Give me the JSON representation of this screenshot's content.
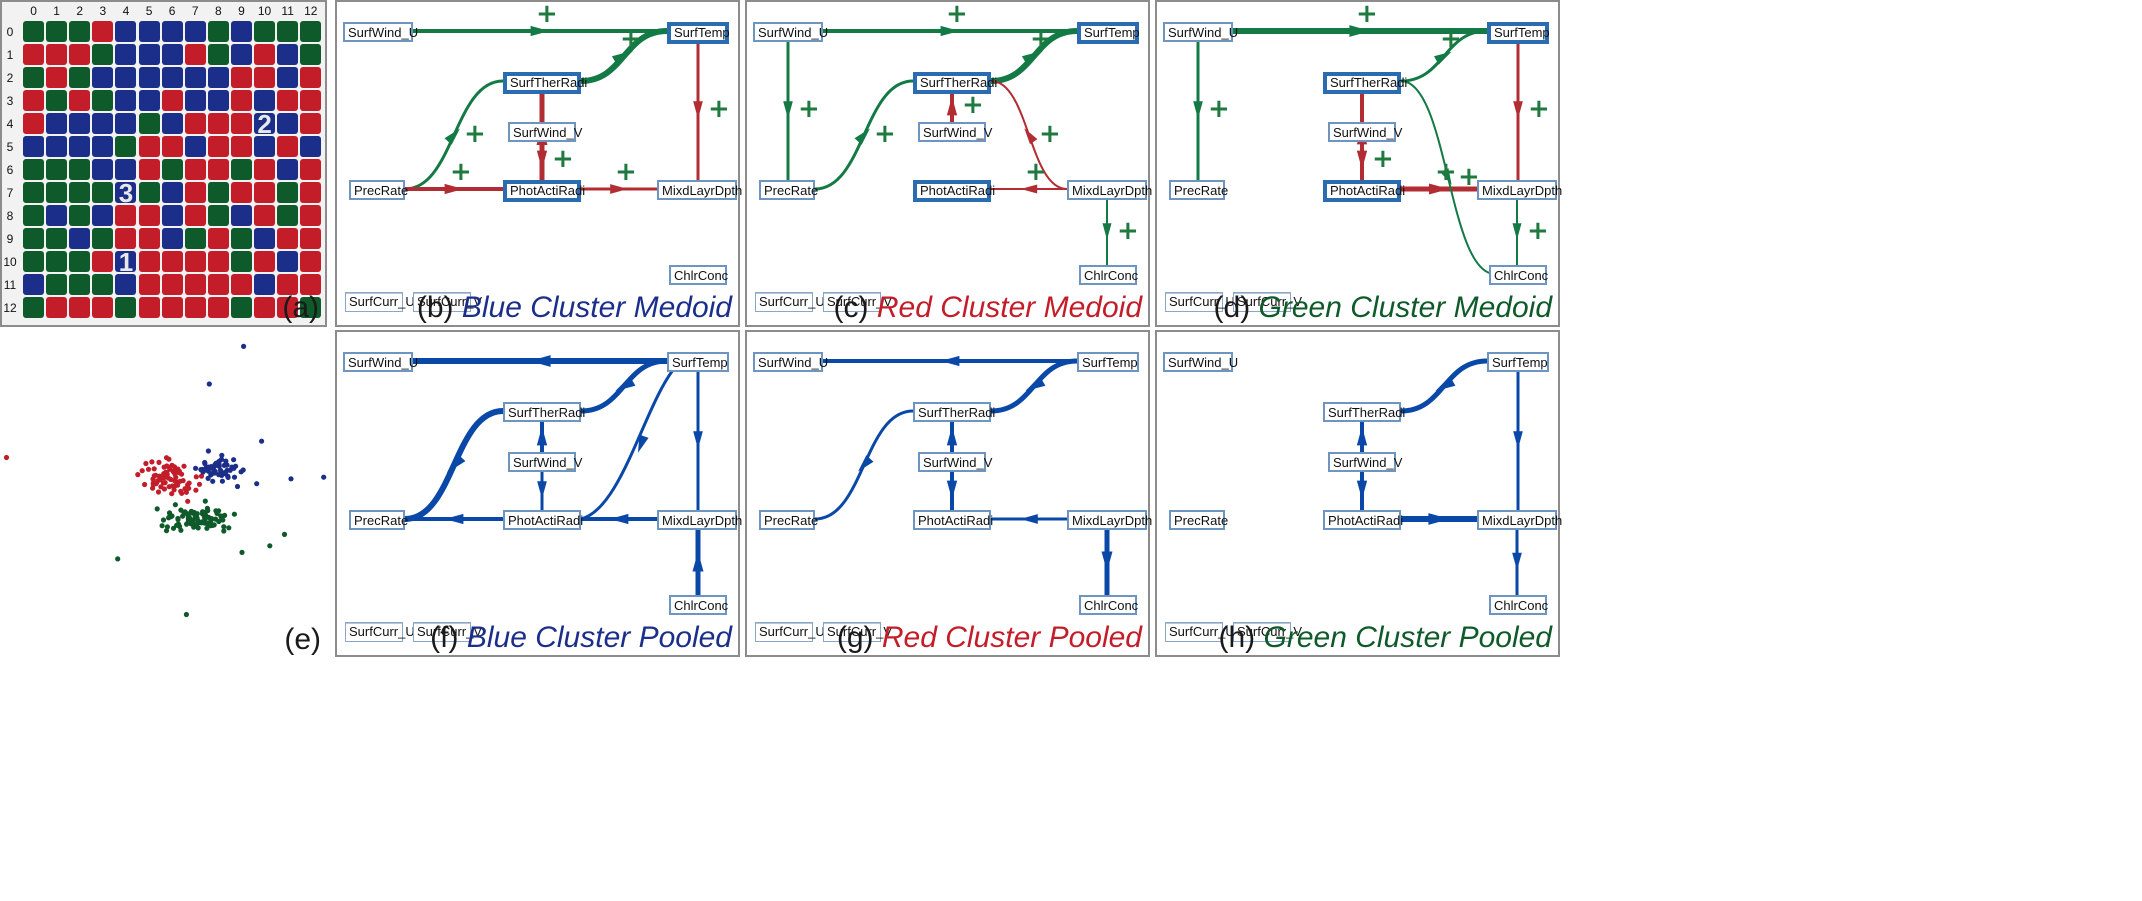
{
  "colors": {
    "blue": "#1b2e8a",
    "red": "#c31d2a",
    "green": "#0f5a2a",
    "edge_green": "#137a45",
    "edge_red": "#b22c33",
    "edge_blue": "#0a48a8",
    "caption_blue": "#1b2e8a",
    "caption_red": "#c31d2a",
    "caption_green": "#0f5a2a"
  },
  "grid": {
    "letter": "(a)",
    "col_ticks": [
      "0",
      "1",
      "2",
      "3",
      "4",
      "5",
      "6",
      "7",
      "8",
      "9",
      "10",
      "11",
      "12"
    ],
    "row_ticks": [
      "0",
      "1",
      "2",
      "3",
      "4",
      "5",
      "6",
      "7",
      "8",
      "9",
      "10",
      "11",
      "12"
    ],
    "cells": [
      "GGGRBBBBGBGGG",
      "RRRGBBBRGBRBG",
      "GRGBBBBBBRRBR",
      "RGRGBBRBBRBRR",
      "RBBBBGBRRRBBR",
      "BBBBGRRBRRBRB",
      "GGGBBRGRRGRBR",
      "GGGGBGBRGRRGR",
      "GBGBRRBRGBRGR",
      "GGBGRRBGRGBRR",
      "GGGRBRRRRGRBR",
      "BGGGBRRRRRBRR",
      "GRRRGRRRRGRRG"
    ],
    "markers": [
      {
        "label": "2",
        "row": 4,
        "col": 10
      },
      {
        "label": "3",
        "row": 7,
        "col": 4
      },
      {
        "label": "1",
        "row": 10,
        "col": 4
      }
    ]
  },
  "scatter": {
    "letter": "(e)",
    "points": [
      {
        "c": "blue",
        "x": 0.745,
        "y": 0.05
      },
      {
        "c": "blue",
        "x": 0.64,
        "y": 0.165
      },
      {
        "c": "blue",
        "x": 0.8,
        "y": 0.34
      },
      {
        "c": "blue",
        "x": 0.89,
        "y": 0.455
      },
      {
        "c": "blue",
        "x": 0.99,
        "y": 0.45
      },
      {
        "c": "blue",
        "x": 0.785,
        "y": 0.47
      },
      {
        "c": "red",
        "x": 0.02,
        "y": 0.39
      },
      {
        "c": "green",
        "x": 0.36,
        "y": 0.7
      },
      {
        "c": "green",
        "x": 0.74,
        "y": 0.68
      },
      {
        "c": "green",
        "x": 0.825,
        "y": 0.66
      },
      {
        "c": "green",
        "x": 0.87,
        "y": 0.625
      },
      {
        "c": "green",
        "x": 0.57,
        "y": 0.87
      }
    ]
  },
  "panels": [
    {
      "id": "b",
      "letter": "(b)",
      "title": "Blue Cluster Medoid",
      "title_color": "blue",
      "nodes": [
        {
          "key": "SurfWind_U",
          "label": "SurfWind_U",
          "hl": false
        },
        {
          "key": "SurfTemp",
          "label": "SurfTemp",
          "hl": true
        },
        {
          "key": "SurfTherRadi",
          "label": "SurfTherRadi",
          "hl": true
        },
        {
          "key": "SurfWind_V",
          "label": "SurfWind_V",
          "hl": false
        },
        {
          "key": "PrecRate",
          "label": "PrecRate",
          "hl": false
        },
        {
          "key": "PhotActiRadi",
          "label": "PhotActiRadi",
          "hl": true
        },
        {
          "key": "MixdLayrDpth",
          "label": "MixdLayrDpth",
          "hl": false
        },
        {
          "key": "ChlrConc",
          "label": "ChlrConc",
          "hl": false
        },
        {
          "key": "SurfCurr_U",
          "label": "SurfCurr_U",
          "hl": false
        },
        {
          "key": "SurfCurr_V",
          "label": "SurfCurr_V",
          "hl": false
        }
      ],
      "edges": [
        {
          "from": "SurfWind_U",
          "to": "SurfTemp",
          "color": "green",
          "w": 4,
          "sign": "+"
        },
        {
          "from": "SurfTherRadi",
          "to": "SurfTemp",
          "color": "green",
          "w": 6,
          "sign": "+"
        },
        {
          "from": "PrecRate",
          "to": "SurfTherRadi",
          "color": "green",
          "w": 3,
          "sign": "+"
        },
        {
          "from": "SurfTemp",
          "to": "MixdLayrDpth",
          "color": "red",
          "w": 3,
          "sign": "+"
        },
        {
          "from": "PhotActiRadi",
          "to": "SurfTherRadi",
          "color": "red",
          "w": 5,
          "sign": "+"
        },
        {
          "from": "SurfWind_V",
          "to": "PhotActiRadi",
          "color": "red",
          "w": 4,
          "sign": "+"
        },
        {
          "from": "PrecRate",
          "to": "PhotActiRadi",
          "color": "red",
          "w": 4,
          "sign": "+"
        },
        {
          "from": "PhotActiRadi",
          "to": "MixdLayrDpth",
          "color": "red",
          "w": 3,
          "sign": "+"
        }
      ]
    },
    {
      "id": "c",
      "letter": "(c)",
      "title": "Red Cluster Medoid",
      "title_color": "red",
      "nodes": [
        {
          "key": "SurfWind_U",
          "label": "SurfWind_U",
          "hl": false
        },
        {
          "key": "SurfTemp",
          "label": "SurfTemp",
          "hl": true
        },
        {
          "key": "SurfTherRadi",
          "label": "SurfTherRadi",
          "hl": true
        },
        {
          "key": "SurfWind_V",
          "label": "SurfWind_V",
          "hl": false
        },
        {
          "key": "PrecRate",
          "label": "PrecRate",
          "hl": false
        },
        {
          "key": "PhotActiRadi",
          "label": "PhotActiRadi",
          "hl": true
        },
        {
          "key": "MixdLayrDpth",
          "label": "MixdLayrDpth",
          "hl": false
        },
        {
          "key": "ChlrConc",
          "label": "ChlrConc",
          "hl": false
        },
        {
          "key": "SurfCurr_U",
          "label": "SurfCurr_U",
          "hl": false
        },
        {
          "key": "SurfCurr_V",
          "label": "SurfCurr_V",
          "hl": false
        }
      ],
      "edges": [
        {
          "from": "SurfWind_U",
          "to": "SurfTemp",
          "color": "green",
          "w": 4,
          "sign": "+"
        },
        {
          "from": "SurfTherRadi",
          "to": "SurfTemp",
          "color": "green",
          "w": 6,
          "sign": "+"
        },
        {
          "from": "SurfWind_U",
          "to": "PrecRate",
          "color": "green",
          "w": 3,
          "sign": "+"
        },
        {
          "from": "PrecRate",
          "to": "SurfTherRadi",
          "color": "green",
          "w": 3,
          "sign": "+"
        },
        {
          "from": "SurfWind_V",
          "to": "SurfTherRadi",
          "color": "red",
          "w": 4,
          "sign": "+"
        },
        {
          "from": "MixdLayrDpth",
          "to": "SurfTherRadi",
          "color": "red",
          "w": 2,
          "sign": "+"
        },
        {
          "from": "MixdLayrDpth",
          "to": "PhotActiRadi",
          "color": "red",
          "w": 2,
          "sign": "+"
        },
        {
          "from": "MixdLayrDpth",
          "to": "ChlrConc",
          "color": "green",
          "w": 2,
          "sign": "+"
        }
      ]
    },
    {
      "id": "d",
      "letter": "(d)",
      "title": "Green Cluster Medoid",
      "title_color": "green",
      "nodes": [
        {
          "key": "SurfWind_U",
          "label": "SurfWind_U",
          "hl": false
        },
        {
          "key": "SurfTemp",
          "label": "SurfTemp",
          "hl": true
        },
        {
          "key": "SurfTherRadi",
          "label": "SurfTherRadi",
          "hl": true
        },
        {
          "key": "SurfWind_V",
          "label": "SurfWind_V",
          "hl": false
        },
        {
          "key": "PrecRate",
          "label": "PrecRate",
          "hl": false
        },
        {
          "key": "PhotActiRadi",
          "label": "PhotActiRadi",
          "hl": true
        },
        {
          "key": "MixdLayrDpth",
          "label": "MixdLayrDpth",
          "hl": false
        },
        {
          "key": "ChlrConc",
          "label": "ChlrConc",
          "hl": false
        },
        {
          "key": "SurfCurr_U",
          "label": "SurfCurr_U",
          "hl": false
        },
        {
          "key": "SurfCurr_V",
          "label": "SurfCurr_V",
          "hl": false
        }
      ],
      "edges": [
        {
          "from": "SurfWind_U",
          "to": "SurfTemp",
          "color": "green",
          "w": 6,
          "sign": "+"
        },
        {
          "from": "SurfTherRadi",
          "to": "SurfTemp",
          "color": "green",
          "w": 3,
          "sign": "+"
        },
        {
          "from": "SurfWind_U",
          "to": "PrecRate",
          "color": "green",
          "w": 3,
          "sign": "+"
        },
        {
          "from": "SurfTemp",
          "to": "MixdLayrDpth",
          "color": "red",
          "w": 3,
          "sign": "+"
        },
        {
          "from": "PhotActiRadi",
          "to": "SurfTherRadi",
          "color": "red",
          "w": 4,
          "sign": "+"
        },
        {
          "from": "SurfWind_V",
          "to": "PhotActiRadi",
          "color": "red",
          "w": 4,
          "sign": "+"
        },
        {
          "from": "PhotActiRadi",
          "to": "MixdLayrDpth",
          "color": "red",
          "w": 5,
          "sign": "+"
        },
        {
          "from": "SurfTherRadi",
          "to": "ChlrConc",
          "color": "green",
          "w": 2,
          "sign": "+"
        },
        {
          "from": "MixdLayrDpth",
          "to": "ChlrConc",
          "color": "green",
          "w": 2,
          "sign": "+"
        }
      ]
    },
    {
      "id": "f",
      "letter": "(f)",
      "title": "Blue Cluster Pooled",
      "title_color": "blue",
      "nodes": [
        {
          "key": "SurfWind_U",
          "label": "SurfWind_U",
          "hl": false
        },
        {
          "key": "SurfTemp",
          "label": "SurfTemp",
          "hl": false
        },
        {
          "key": "SurfTherRadi",
          "label": "SurfTherRadi",
          "hl": false
        },
        {
          "key": "SurfWind_V",
          "label": "SurfWind_V",
          "hl": false
        },
        {
          "key": "PrecRate",
          "label": "PrecRate",
          "hl": false
        },
        {
          "key": "PhotActiRadi",
          "label": "PhotActiRadi",
          "hl": false
        },
        {
          "key": "MixdLayrDpth",
          "label": "MixdLayrDpth",
          "hl": false
        },
        {
          "key": "ChlrConc",
          "label": "ChlrConc",
          "hl": false
        },
        {
          "key": "SurfCurr_U",
          "label": "SurfCurr_U",
          "hl": false
        },
        {
          "key": "SurfCurr_V",
          "label": "SurfCurr_V",
          "hl": false
        }
      ],
      "edges": [
        {
          "from": "SurfTemp",
          "to": "SurfWind_U",
          "color": "blue",
          "w": 6
        },
        {
          "from": "SurfTemp",
          "to": "SurfTherRadi",
          "color": "blue",
          "w": 5
        },
        {
          "from": "SurfTemp",
          "to": "PhotActiRadi",
          "color": "blue",
          "w": 3
        },
        {
          "from": "SurfTemp",
          "to": "MixdLayrDpth",
          "color": "blue",
          "w": 3
        },
        {
          "from": "SurfTherRadi",
          "to": "PrecRate",
          "color": "blue",
          "w": 6
        },
        {
          "from": "SurfWind_V",
          "to": "SurfTherRadi",
          "color": "blue",
          "w": 4
        },
        {
          "from": "SurfWind_V",
          "to": "PhotActiRadi",
          "color": "blue",
          "w": 3
        },
        {
          "from": "PhotActiRadi",
          "to": "PrecRate",
          "color": "blue",
          "w": 4
        },
        {
          "from": "MixdLayrDpth",
          "to": "PhotActiRadi",
          "color": "blue",
          "w": 4
        },
        {
          "from": "ChlrConc",
          "to": "MixdLayrDpth",
          "color": "blue",
          "w": 5
        }
      ]
    },
    {
      "id": "g",
      "letter": "(g)",
      "title": "Red Cluster Pooled",
      "title_color": "red",
      "nodes": [
        {
          "key": "SurfWind_U",
          "label": "SurfWind_U",
          "hl": false
        },
        {
          "key": "SurfTemp",
          "label": "SurfTemp",
          "hl": false
        },
        {
          "key": "SurfTherRadi",
          "label": "SurfTherRadi",
          "hl": false
        },
        {
          "key": "SurfWind_V",
          "label": "SurfWind_V",
          "hl": false
        },
        {
          "key": "PrecRate",
          "label": "PrecRate",
          "hl": false
        },
        {
          "key": "PhotActiRadi",
          "label": "PhotActiRadi",
          "hl": false
        },
        {
          "key": "MixdLayrDpth",
          "label": "MixdLayrDpth",
          "hl": false
        },
        {
          "key": "ChlrConc",
          "label": "ChlrConc",
          "hl": false
        },
        {
          "key": "SurfCurr_U",
          "label": "SurfCurr_U",
          "hl": false
        },
        {
          "key": "SurfCurr_V",
          "label": "SurfCurr_V",
          "hl": false
        }
      ],
      "edges": [
        {
          "from": "SurfTemp",
          "to": "SurfWind_U",
          "color": "blue",
          "w": 4
        },
        {
          "from": "SurfTemp",
          "to": "SurfTherRadi",
          "color": "blue",
          "w": 5
        },
        {
          "from": "SurfTherRadi",
          "to": "PrecRate",
          "color": "blue",
          "w": 3
        },
        {
          "from": "SurfWind_V",
          "to": "SurfTherRadi",
          "color": "blue",
          "w": 4
        },
        {
          "from": "SurfWind_V",
          "to": "PhotActiRadi",
          "color": "blue",
          "w": 4
        },
        {
          "from": "MixdLayrDpth",
          "to": "PhotActiRadi",
          "color": "blue",
          "w": 3
        },
        {
          "from": "MixdLayrDpth",
          "to": "ChlrConc",
          "color": "blue",
          "w": 5
        }
      ]
    },
    {
      "id": "h",
      "letter": "(h)",
      "title": "Green Cluster Pooled",
      "title_color": "green",
      "nodes": [
        {
          "key": "SurfWind_U",
          "label": "SurfWind_U",
          "hl": false
        },
        {
          "key": "SurfTemp",
          "label": "SurfTemp",
          "hl": false
        },
        {
          "key": "SurfTherRadi",
          "label": "SurfTherRadi",
          "hl": false
        },
        {
          "key": "SurfWind_V",
          "label": "SurfWind_V",
          "hl": false
        },
        {
          "key": "PrecRate",
          "label": "PrecRate",
          "hl": false
        },
        {
          "key": "PhotActiRadi",
          "label": "PhotActiRadi",
          "hl": false
        },
        {
          "key": "MixdLayrDpth",
          "label": "MixdLayrDpth",
          "hl": false
        },
        {
          "key": "ChlrConc",
          "label": "ChlrConc",
          "hl": false
        },
        {
          "key": "SurfCurr_U",
          "label": "SurfCurr_U",
          "hl": false
        },
        {
          "key": "SurfCurr_V",
          "label": "SurfCurr_V",
          "hl": false
        }
      ],
      "edges": [
        {
          "from": "SurfTemp",
          "to": "SurfTherRadi",
          "color": "blue",
          "w": 5
        },
        {
          "from": "SurfTemp",
          "to": "MixdLayrDpth",
          "color": "blue",
          "w": 3
        },
        {
          "from": "SurfWind_V",
          "to": "SurfTherRadi",
          "color": "blue",
          "w": 4
        },
        {
          "from": "SurfWind_V",
          "to": "PhotActiRadi",
          "color": "blue",
          "w": 4
        },
        {
          "from": "PhotActiRadi",
          "to": "MixdLayrDpth",
          "color": "blue",
          "w": 6
        },
        {
          "from": "MixdLayrDpth",
          "to": "ChlrConc",
          "color": "blue",
          "w": 3
        }
      ]
    }
  ]
}
